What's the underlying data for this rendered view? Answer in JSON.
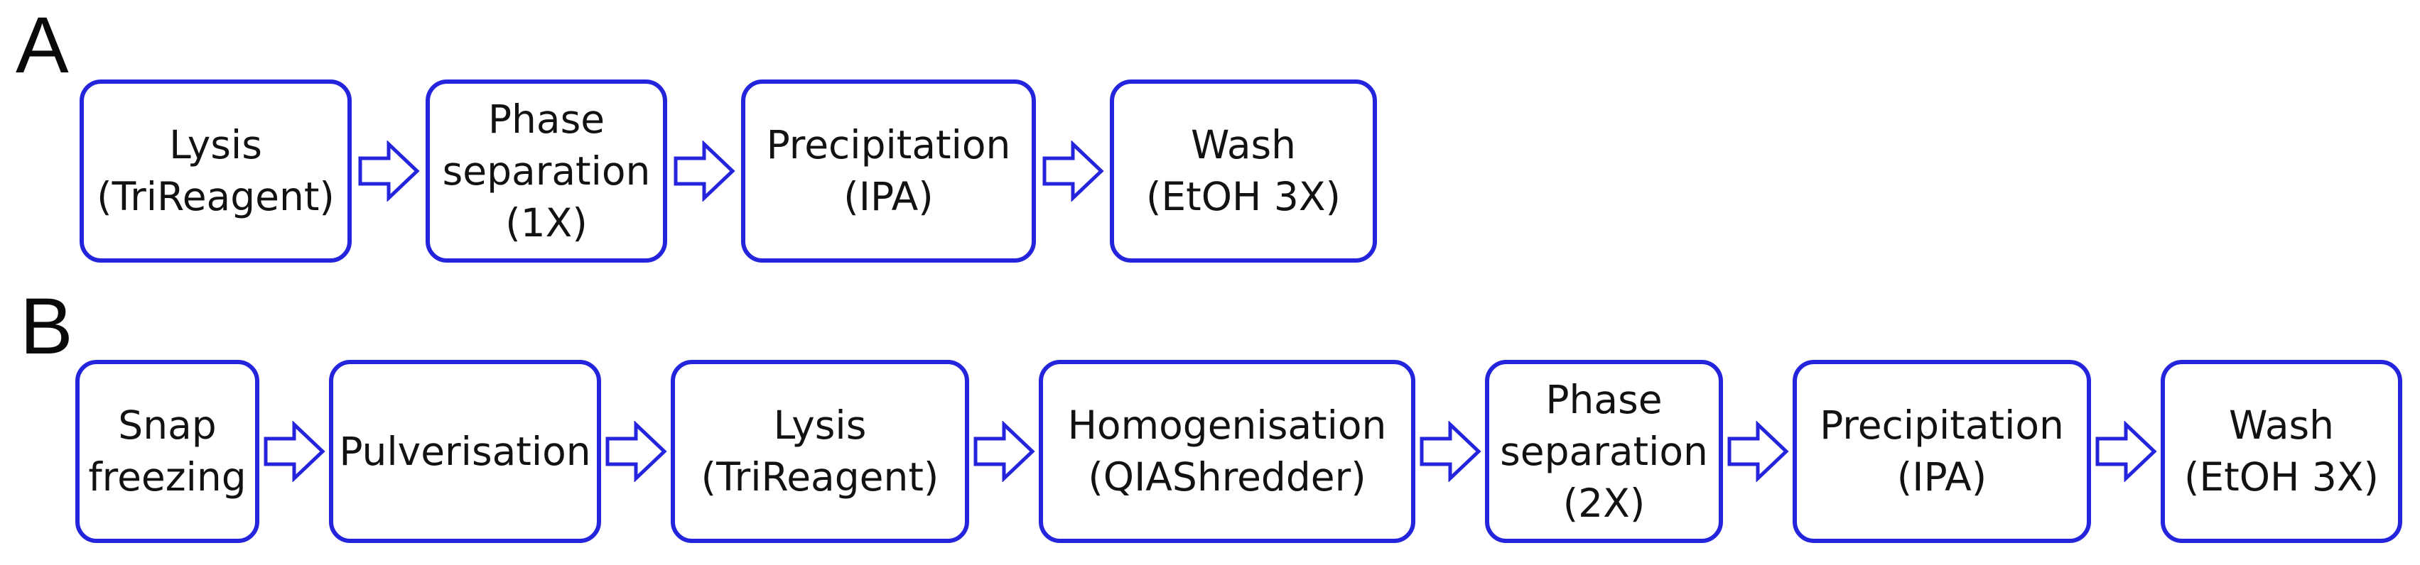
{
  "figure": {
    "colors": {
      "outline_blue": "#2424dd",
      "text_black": "#121212",
      "background": "#ffffff"
    },
    "arrow_icon": "hollow-right-block-arrow",
    "panels": [
      {
        "label": "A",
        "steps": [
          {
            "name": "lysis",
            "lines": [
              "Lysis",
              "(TriReagent)"
            ]
          },
          {
            "name": "phase-separation",
            "lines": [
              "Phase",
              "separation",
              "(1X)"
            ]
          },
          {
            "name": "precipitation",
            "lines": [
              "Precipitation",
              "(IPA)"
            ]
          },
          {
            "name": "wash",
            "lines": [
              "Wash",
              "(EtOH 3X)"
            ]
          }
        ]
      },
      {
        "label": "B",
        "steps": [
          {
            "name": "snap-freezing",
            "lines": [
              "Snap",
              "freezing"
            ]
          },
          {
            "name": "pulverisation",
            "lines": [
              "Pulverisation"
            ]
          },
          {
            "name": "lysis",
            "lines": [
              "Lysis",
              "(TriReagent)"
            ]
          },
          {
            "name": "homogenisation",
            "lines": [
              "Homogenisation",
              "(QIAShredder)"
            ]
          },
          {
            "name": "phase-separation",
            "lines": [
              "Phase",
              "separation",
              "(2X)"
            ]
          },
          {
            "name": "precipitation",
            "lines": [
              "Precipitation",
              "(IPA)"
            ]
          },
          {
            "name": "wash",
            "lines": [
              "Wash",
              "(EtOH 3X)"
            ]
          }
        ]
      }
    ]
  }
}
